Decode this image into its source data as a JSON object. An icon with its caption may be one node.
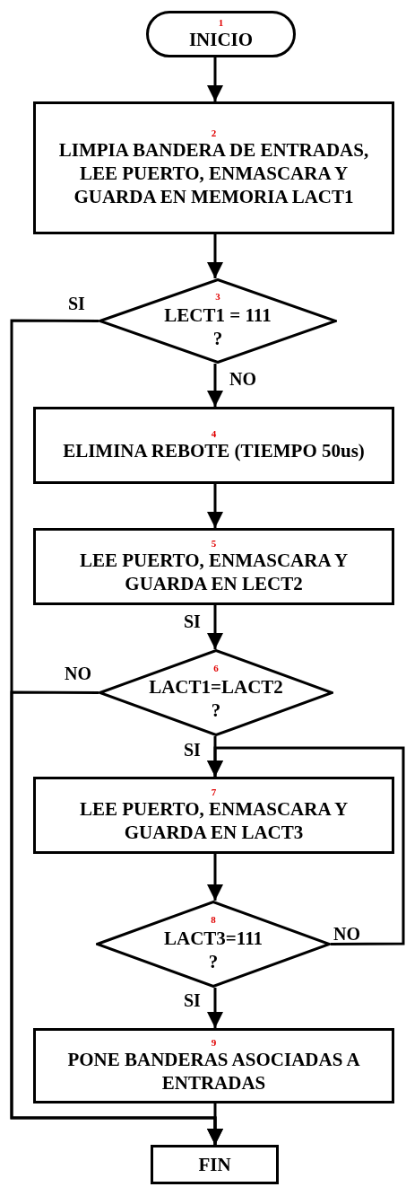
{
  "diagram": {
    "nodes": [
      {
        "text": [
          "1",
          "INICIO"
        ]
      },
      {
        "text": [
          "2",
          "LIMPIA BANDERA DE ENTRADAS, LEE PUERTO, ENMASCARA Y GUARDA EN MEMORIA LACT1"
        ]
      },
      {
        "text": [
          "3",
          "LECT1 = 111",
          "?"
        ]
      },
      {
        "text": [
          "4",
          "ELIMINA REBOTE (TIEMPO 50us)"
        ]
      },
      {
        "text": [
          "5",
          "LEE PUERTO, ENMASCARA Y GUARDA EN LECT2"
        ]
      },
      {
        "text": [
          "6",
          "LACT1=LACT2",
          "?"
        ]
      },
      {
        "text": [
          "7",
          "LEE PUERTO, ENMASCARA Y GUARDA EN LACT3"
        ]
      },
      {
        "text": [
          "8",
          "LACT3=111",
          "?"
        ]
      },
      {
        "text": [
          "9",
          "PONE BANDERAS ASOCIADAS A ENTRADAS"
        ]
      },
      {
        "text": [
          "FIN"
        ]
      }
    ],
    "edges": [
      {
        "from": 0,
        "to": 1,
        "arrow": "to"
      },
      {
        "from": 1,
        "to": 2,
        "arrow": "to"
      },
      {
        "from": 2,
        "to": 3,
        "arrow": "to",
        "label": "NO"
      },
      {
        "from": 2,
        "to": 9,
        "arrow": "to",
        "label": "SI"
      },
      {
        "from": 3,
        "to": 4,
        "arrow": "to"
      },
      {
        "from": 4,
        "to": 5,
        "arrow": "to",
        "label": "SI"
      },
      {
        "from": 5,
        "to": 9,
        "arrow": "to",
        "label": "NO"
      },
      {
        "from": 5,
        "to": 6,
        "arrow": "to",
        "label": "SI"
      },
      {
        "from": 6,
        "to": 7,
        "arrow": "to"
      },
      {
        "from": 7,
        "to": 6,
        "arrow": "to",
        "label": "NO"
      },
      {
        "from": 7,
        "to": 8,
        "arrow": "to",
        "label": "SI"
      },
      {
        "from": 8,
        "to": 9,
        "arrow": "to"
      }
    ]
  }
}
